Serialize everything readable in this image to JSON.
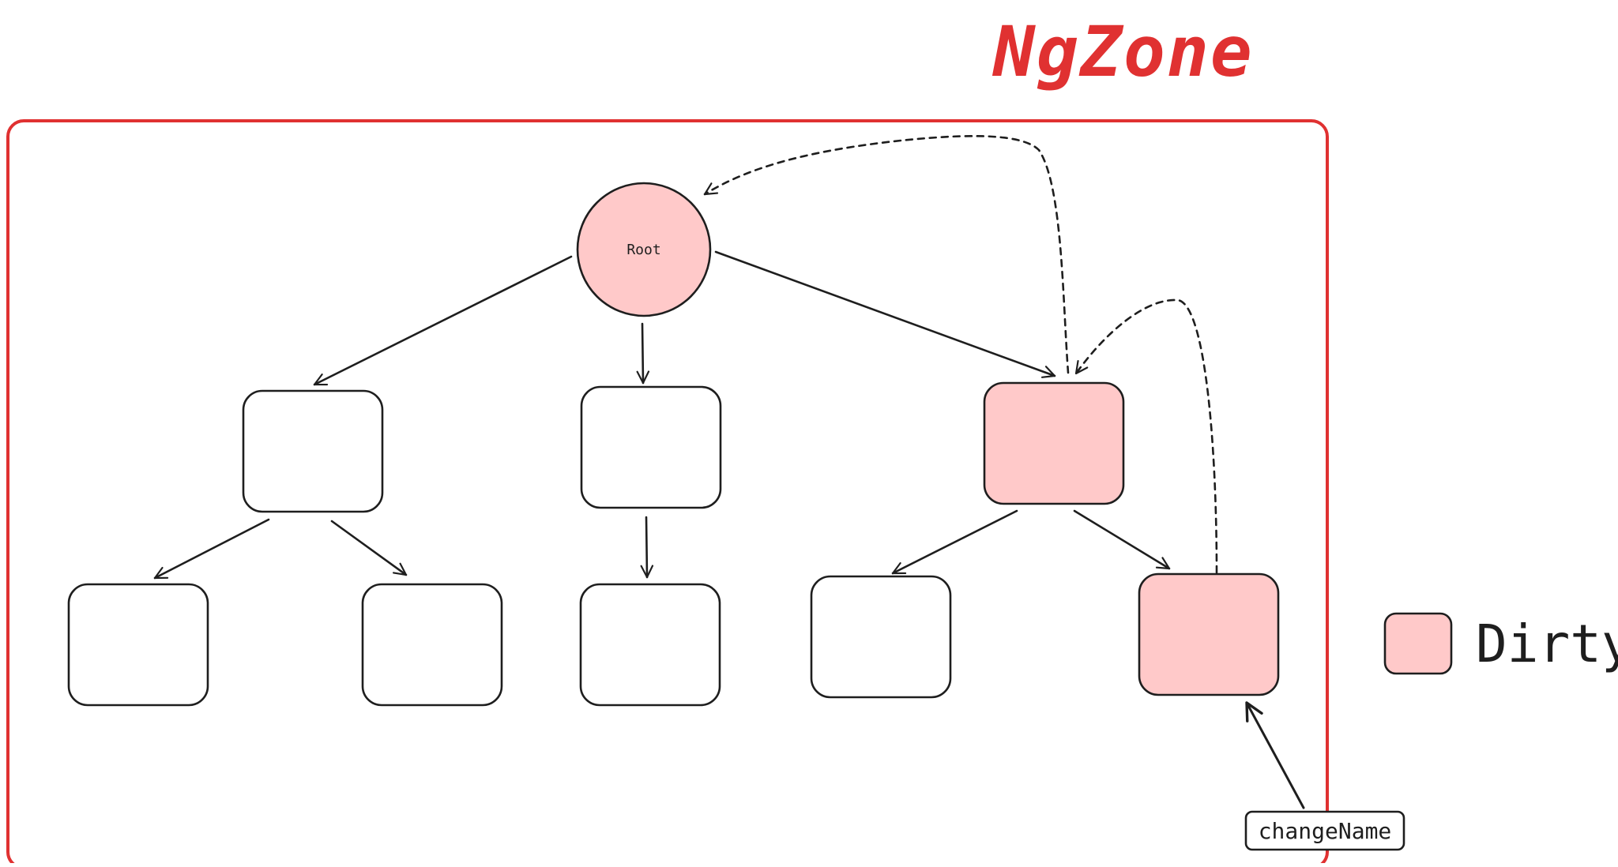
{
  "title": "NgZone",
  "root_label": "Root",
  "event_label": "changeName",
  "legend": {
    "label": "Dirty"
  },
  "colors": {
    "zone": "#e03131",
    "stroke": "#1e1e1e",
    "dirty": "#ffc9c9",
    "clean": "#ffffff"
  }
}
